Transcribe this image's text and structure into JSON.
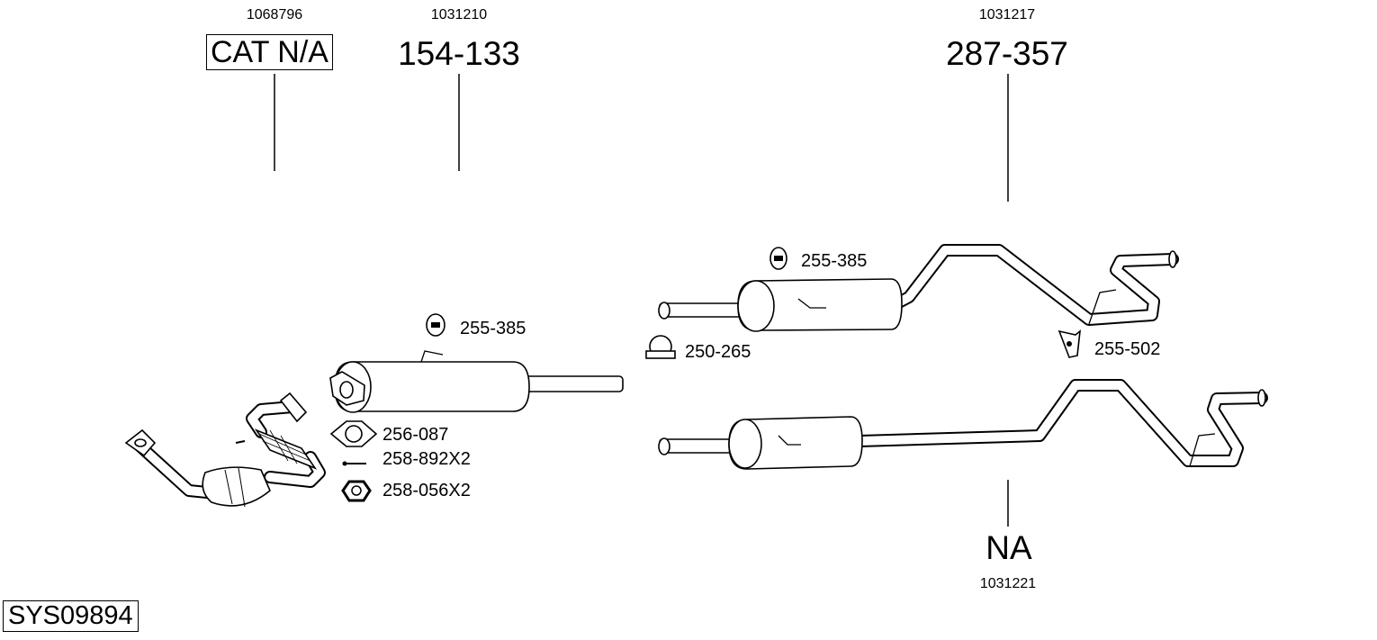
{
  "diagram_id": "SYS09894",
  "parts": {
    "catalyst": {
      "ref": "1068796",
      "code": "CAT N/A"
    },
    "front_silencer": {
      "ref": "1031210",
      "code": "154-133"
    },
    "middle_silencer": {
      "ref": "1031217",
      "code": "287-357"
    },
    "alt_middle_silencer": {
      "ref": "1031221",
      "code": "NA"
    }
  },
  "accessories": {
    "hanger_front": "255-385",
    "gasket": "256-087",
    "bolt": "258-892X2",
    "nut": "258-056X2",
    "hanger_mid": "255-385",
    "clamp": "250-265",
    "hanger_rear": "255-502"
  }
}
